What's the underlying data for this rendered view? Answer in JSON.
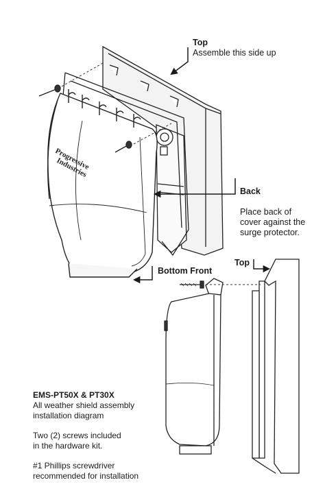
{
  "brand_logo_text": "Progressive Industries",
  "callouts": {
    "top": {
      "title": "Top",
      "text": "Assemble this side up"
    },
    "back": {
      "title": "Back",
      "text": "Place back of\ncover against the\nsurge protector."
    },
    "bottom_front": {
      "title": "Bottom Front"
    },
    "top_side": {
      "title": "Top"
    }
  },
  "info": {
    "model": "EMS-PT50X & PT30X",
    "description": "All weather shield assembly\ninstallation diagram",
    "screws": "Two (2) screws included\nin the hardware kit.",
    "tool": "#1 Phillips screwdriver\nrecommended for installation"
  }
}
